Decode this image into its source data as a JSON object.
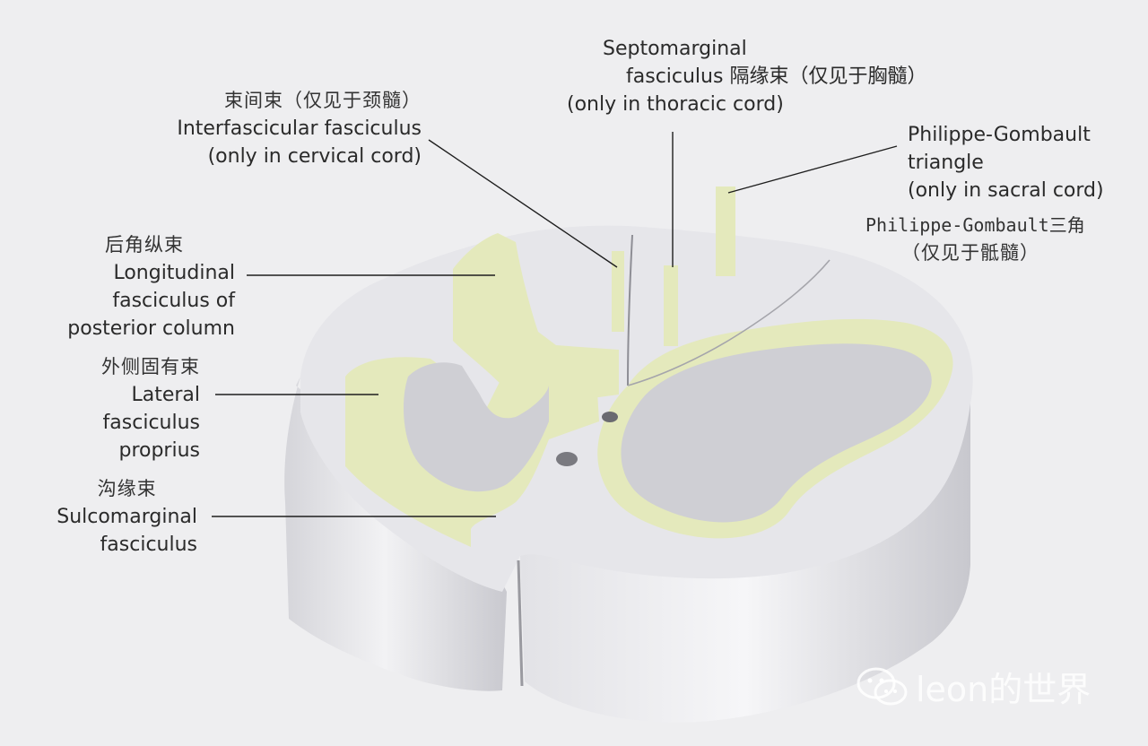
{
  "labels": {
    "interfascicular": {
      "zh": "束间束（仅见于颈髓）",
      "en1": "Interfascicular fasciculus",
      "en2": "(only in cervical cord)"
    },
    "septomarginal": {
      "en1": "Septomarginal",
      "en2": "fasciculus 隔缘束（仅见于胸髓）",
      "en3": "(only in thoracic cord)"
    },
    "philippe": {
      "en1": "Philippe-Gombault",
      "en2": "triangle",
      "en3": "(only in sacral cord)",
      "zh1": "Philippe-Gombault三角",
      "zh2": "（仅见于骶髓）"
    },
    "longitudinal": {
      "zh": "后角纵束",
      "en1": "Longitudinal",
      "en2": "fasciculus of",
      "en3": "posterior column"
    },
    "lateral": {
      "zh": "外侧固有束",
      "en1": "Lateral",
      "en2": "fasciculus",
      "en3": "proprius"
    },
    "sulcomarginal": {
      "zh": "沟缘束",
      "en1": "Sulcomarginal",
      "en2": "fasciculus"
    }
  },
  "watermark": "leon的世界",
  "colors": {
    "background": "#eeeef0",
    "white_matter": "#e4e4e8",
    "gray_matter": "#cfcfd4",
    "fasciculus_proprius": "#e4e9bc",
    "leader_line": "#1e1e1e"
  }
}
